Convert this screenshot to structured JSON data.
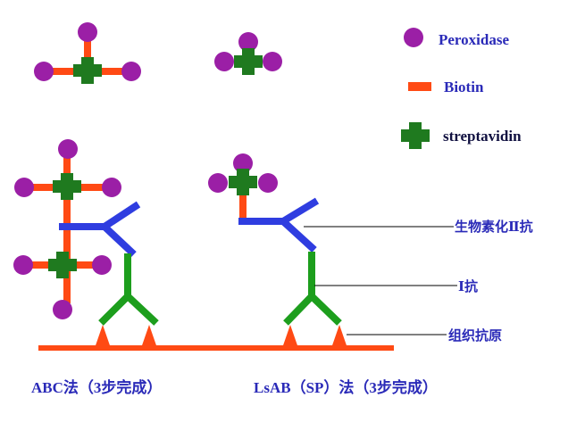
{
  "colors": {
    "peroxidase": "#9b1fa6",
    "biotin": "#ff4a14",
    "streptavidin": "#1f7a1f",
    "secondary_antibody": "#2f3de0",
    "primary_antibody": "#1d9e1d",
    "antigen": "#ff4a14",
    "baseline": "#ff4a14",
    "legend_text": "#2a2ab8",
    "callout_text": "#2a2ab8",
    "method_text": "#2a2ab8",
    "leader_line": "#000000"
  },
  "legend": [
    {
      "key": "peroxidase",
      "label": "Peroxidase"
    },
    {
      "key": "biotin",
      "label": "Biotin"
    },
    {
      "key": "streptavidin",
      "label": "streptavidin"
    }
  ],
  "callouts": [
    {
      "key": "secondary",
      "label": "生物素化Ⅱ抗"
    },
    {
      "key": "primary",
      "label": "Ⅰ抗"
    },
    {
      "key": "antigen",
      "label": "组织抗原"
    }
  ],
  "methods": [
    {
      "key": "abc",
      "label": "ABC法（3步完成）"
    },
    {
      "key": "lsab",
      "label": "LsAB（SP）法（3步完成）"
    }
  ]
}
